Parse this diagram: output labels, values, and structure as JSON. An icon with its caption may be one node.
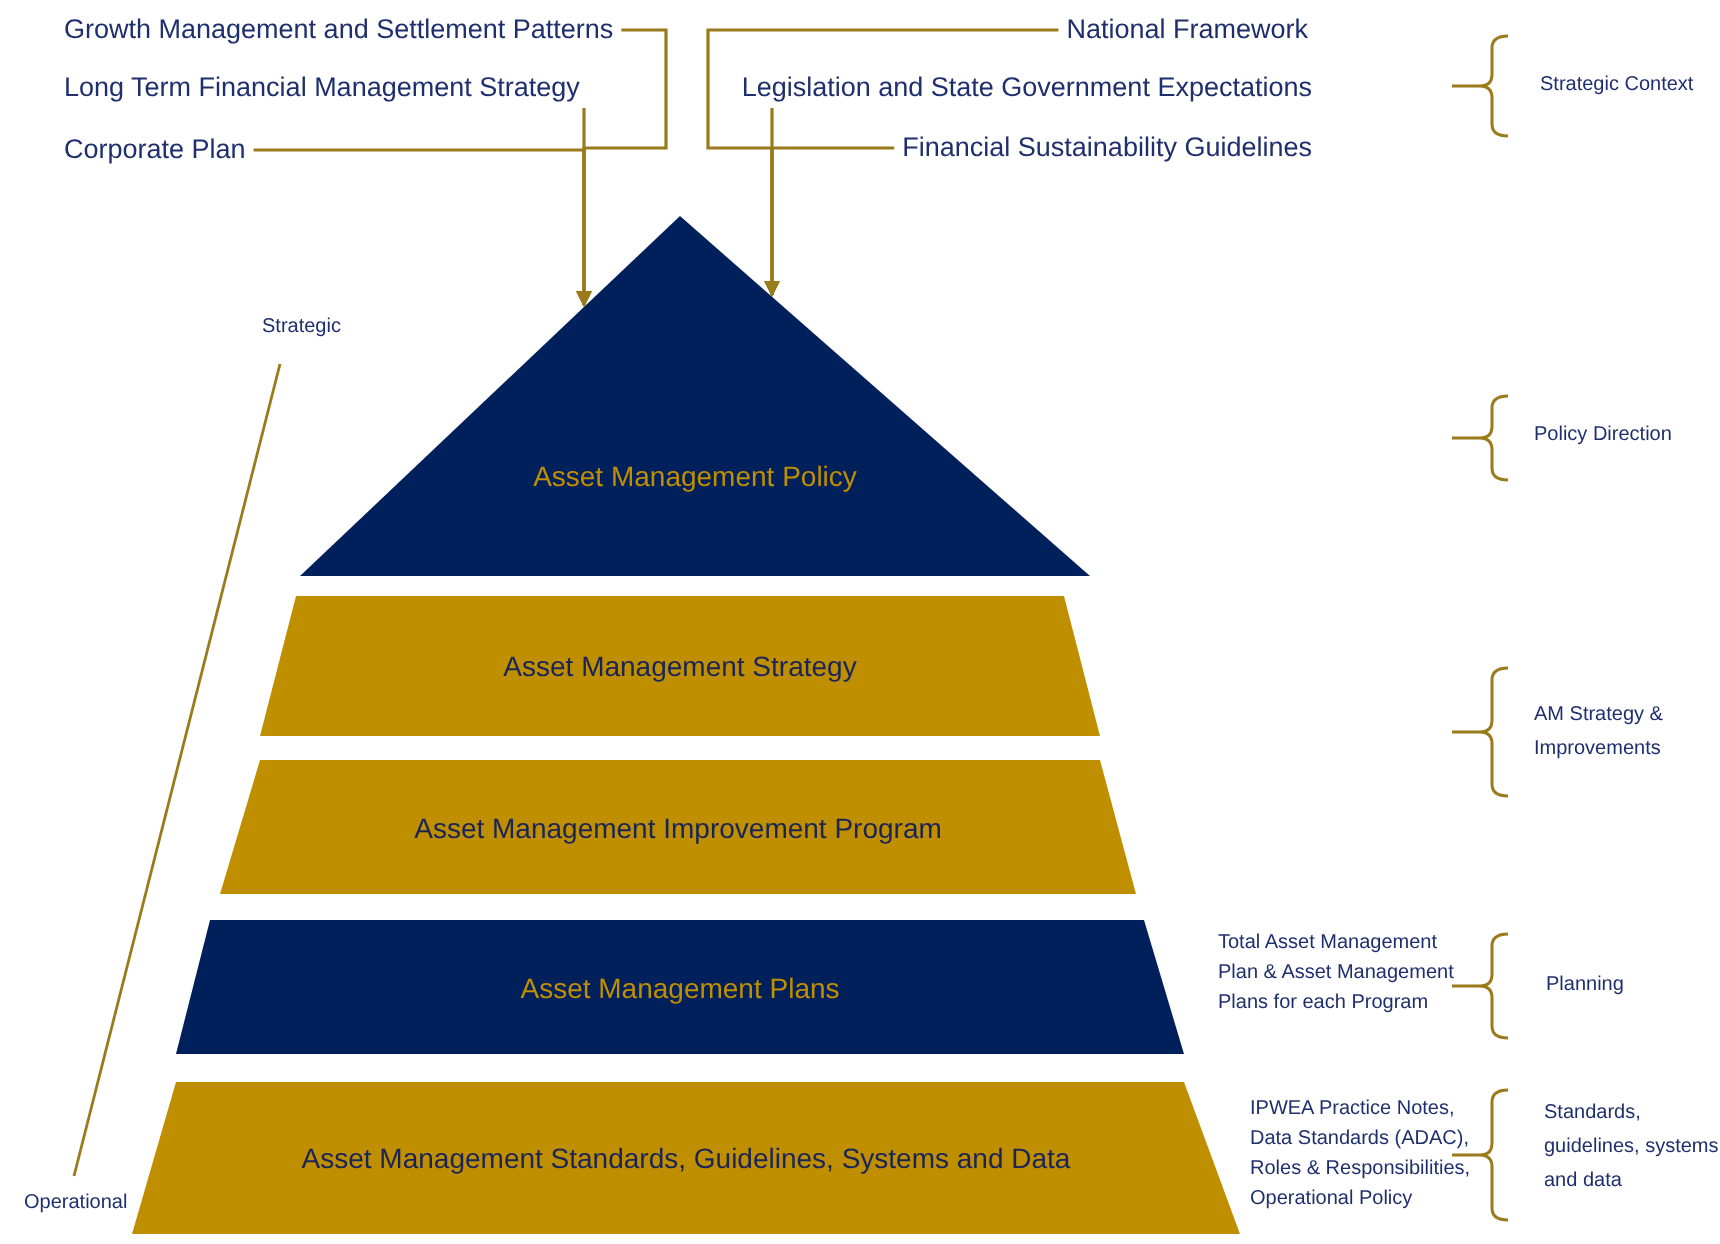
{
  "diagram": {
    "nodes": [
      {
        "text": [
          "Growth Management and Settlement Patterns"
        ]
      },
      {
        "text": [
          "Long Term Financial Management Strategy"
        ]
      },
      {
        "text": [
          "Corporate Plan"
        ]
      },
      {
        "text": [
          "National Framework"
        ]
      },
      {
        "text": [
          "Legislation and State Government Expectations"
        ]
      },
      {
        "text": [
          "Financial Sustainability Guidelines"
        ]
      },
      {
        "text": [
          "Asset Management Policy"
        ]
      },
      {
        "text": [
          "Asset Management Strategy"
        ]
      },
      {
        "text": [
          "Asset Management Improvement Program"
        ]
      },
      {
        "text": [
          "Asset Management Plans"
        ],
        "beside": [
          "Total Asset Management Plan & Asset Management Plans for each Program"
        ]
      },
      {
        "text": [
          "Asset Management Standards, Guidelines, Systems and Data"
        ],
        "beside": [
          "IPWEA Practice Notes, Data Standards (ADAC), Roles & Responsibilities, Operational Policy"
        ]
      }
    ],
    "edges": [
      {
        "from": 0,
        "to": 6,
        "arrow": "to"
      },
      {
        "from": 1,
        "to": 6,
        "arrow": "to"
      },
      {
        "from": 2,
        "to": 6,
        "arrow": "to"
      },
      {
        "from": 3,
        "to": 6,
        "arrow": "to"
      },
      {
        "from": 4,
        "to": 6,
        "arrow": "to"
      },
      {
        "from": 5,
        "to": 6,
        "arrow": "to"
      }
    ],
    "labels": [
      "Strategic Context",
      "Strategic",
      "Policy Direction",
      "AM Strategy & Improvements",
      "Planning",
      "Standards, guidelines, systems and data",
      "Operational"
    ]
  }
}
